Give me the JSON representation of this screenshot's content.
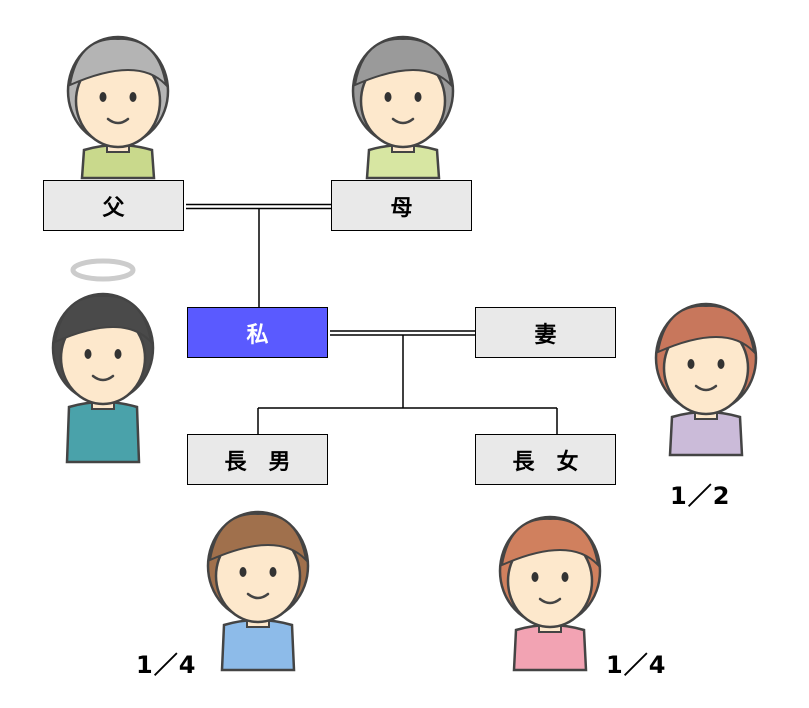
{
  "members": {
    "father": {
      "label": "父"
    },
    "mother": {
      "label": "母"
    },
    "self": {
      "label": "私"
    },
    "wife": {
      "label": "妻"
    },
    "son": {
      "label": "長　男"
    },
    "daughter": {
      "label": "長　女"
    }
  },
  "shares": {
    "wife": "1／2",
    "son": "1／4",
    "daughter": "1／4"
  },
  "colors": {
    "self_box": "#5a5aff",
    "box": "#e9e9e9",
    "skin": "#fde8cc"
  },
  "people": [
    {
      "id": "father",
      "hair": "#b4b4b4",
      "shirt": "#c9d98c",
      "halo": false
    },
    {
      "id": "mother",
      "hair": "#9a9a9a",
      "shirt": "#d7e6a2",
      "halo": false
    },
    {
      "id": "self",
      "hair": "#4a4a4a",
      "shirt": "#4aa2aa",
      "halo": true
    },
    {
      "id": "wife",
      "hair": "#c8775c",
      "shirt": "#cbbbd9",
      "halo": false
    },
    {
      "id": "son",
      "hair": "#a0704c",
      "shirt": "#8dbbe9",
      "halo": false
    },
    {
      "id": "daughter",
      "hair": "#d0805e",
      "shirt": "#f2a3b3",
      "halo": false
    }
  ]
}
